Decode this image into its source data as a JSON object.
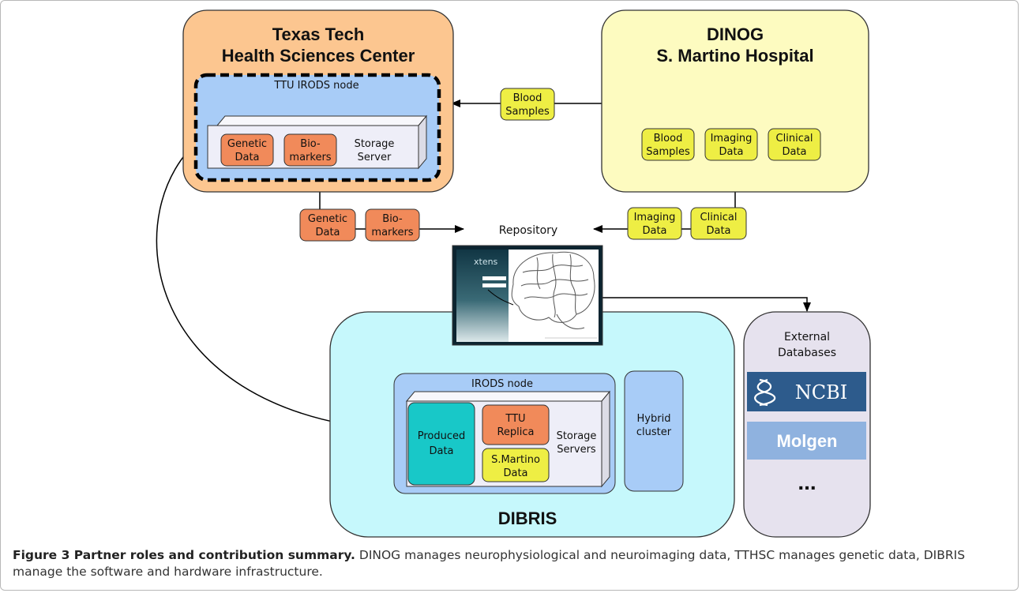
{
  "colors": {
    "orange_fill": "#fcc690",
    "yellow_fill": "#fdfbc0",
    "cyan_fill": "#c6f8fc",
    "blue_node": "#a8ccf7",
    "server_fill": "#eeeef8",
    "tag_orange": "#f18a5a",
    "tag_yellow": "#eeee44",
    "teal": "#18c8c8",
    "gray_db": "#e6e2ee",
    "ncbi_blue": "#2d5b8c",
    "molgen_blue": "#8fb2df"
  },
  "ttu": {
    "title_line1": "Texas Tech",
    "title_line2": "Health Sciences Center",
    "node_label": "TTU IRODS node",
    "tag_genetic": [
      "Genetic",
      "Data"
    ],
    "tag_biomarkers": [
      "Bio-",
      "markers"
    ],
    "server_label": [
      "Storage",
      "Server"
    ]
  },
  "dinog": {
    "title_line1": "DINOG",
    "title_line2": "S. Martino Hospital",
    "tag_blood": [
      "Blood",
      "Samples"
    ],
    "tag_imaging": [
      "Imaging",
      "Data"
    ],
    "tag_clinical": [
      "Clinical",
      "Data"
    ]
  },
  "flows": {
    "blood_samples": [
      "Blood",
      "Samples"
    ],
    "genetic_data": [
      "Genetic",
      "Data"
    ],
    "biomarkers": [
      "Bio-",
      "markers"
    ],
    "imaging_data": [
      "Imaging",
      "Data"
    ],
    "clinical_data": [
      "Clinical",
      "Data"
    ]
  },
  "repository": {
    "label": "Repository",
    "screen_logo": "xtens"
  },
  "dibris": {
    "title": "DIBRIS",
    "node_label": "IRODS node",
    "produced_data": [
      "Produced",
      "Data"
    ],
    "ttu_replica": [
      "TTU",
      "Replica"
    ],
    "smartino_data": [
      "S.Martino",
      "Data"
    ],
    "server_label": [
      "Storage",
      "Servers"
    ],
    "cluster_label": [
      "Hybrid",
      "cluster"
    ]
  },
  "external": {
    "title_line1": "External",
    "title_line2": "Databases",
    "ncbi_label": "NCBI",
    "molgen_label": "Molgen",
    "more": "..."
  },
  "caption": {
    "bold": "Figure 3 Partner roles and contribution summary.",
    "text": " DINOG manages neurophysiological and neuroimaging data, TTHSC manages genetic data, DIBRIS manage the software and hardware infrastructure."
  }
}
